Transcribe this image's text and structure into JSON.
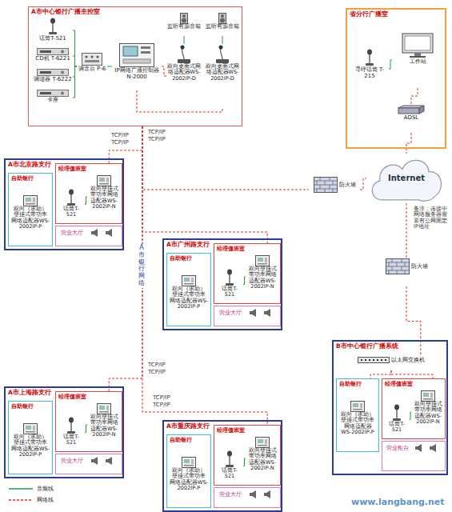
{
  "diagram": {
    "nodes": [
      {
        "text": [
          "A市中心银行广播主控室"
        ]
      },
      {
        "text": [
          "话筒T-521"
        ],
        "in": 0
      },
      {
        "text": [
          "CD机 T-6221"
        ],
        "in": 0
      },
      {
        "text": [
          "调谐器 T-6222"
        ],
        "in": 0
      },
      {
        "text": [
          "卡座"
        ],
        "in": 0
      },
      {
        "text": [
          "调音台 P-6"
        ],
        "in": 0
      },
      {
        "text": [
          "IP网络广播控制器N-2000"
        ],
        "in": 0
      },
      {
        "text": [
          "监听有源音箱"
        ],
        "in": 0
      },
      {
        "text": [
          "监听有源音箱"
        ],
        "in": 0
      },
      {
        "text": [
          "双向桌面式网络适配器WS-2002IP-D"
        ],
        "in": 0
      },
      {
        "text": [
          "双向桌面式网络适配器WS-2002IP-D"
        ],
        "in": 0
      },
      {
        "text": [
          "省分行广播室"
        ]
      },
      {
        "text": [
          "寻呼话筒 T-215"
        ],
        "in": 11
      },
      {
        "text": [
          "工作站"
        ],
        "in": 11
      },
      {
        "text": [
          "ADSL"
        ],
        "in": 11
      },
      {
        "text": [
          "Internet"
        ]
      },
      {
        "text": [
          "防火墙"
        ]
      },
      {
        "text": [
          "防火墙"
        ]
      },
      {
        "text": [
          "A市北京路支行"
        ]
      },
      {
        "text": [
          "经理值班室"
        ],
        "in": 18
      },
      {
        "text": [
          "话筒T-521"
        ],
        "in": 19
      },
      {
        "text": [
          "双向壁挂式带功率网络适配器WS-2002IP-N"
        ],
        "in": 19
      },
      {
        "text": [
          "自助银行"
        ],
        "in": 18
      },
      {
        "text": [
          "双向（求助）壁挂式带功率网络适配器WS-2002IP-P"
        ],
        "in": 22
      },
      {
        "text": [
          "营业大厅"
        ],
        "in": 18
      },
      {
        "text": [
          "A市广州路支行"
        ]
      },
      {
        "text": [
          "经理值班室"
        ],
        "in": 25
      },
      {
        "text": [
          "话筒T-521"
        ],
        "in": 26
      },
      {
        "text": [
          "双向壁挂式带功率网络适配器WS-2002IP-N"
        ],
        "in": 26
      },
      {
        "text": [
          "自助银行"
        ],
        "in": 25
      },
      {
        "text": [
          "双向（求助）壁挂式带功率网络适配器WS-2002IP-P"
        ],
        "in": 29
      },
      {
        "text": [
          "营业大厅"
        ],
        "in": 25
      },
      {
        "text": [
          "A市上海路支行"
        ]
      },
      {
        "text": [
          "经理值班室"
        ],
        "in": 32
      },
      {
        "text": [
          "话筒T-521"
        ],
        "in": 33
      },
      {
        "text": [
          "双向壁挂式带功率网络适配器WS-2002IP-N"
        ],
        "in": 33
      },
      {
        "text": [
          "自助银行"
        ],
        "in": 32
      },
      {
        "text": [
          "双向（求助）壁挂式带功率网络适配器WS-2002IP-P"
        ],
        "in": 36
      },
      {
        "text": [
          "营业大厅"
        ],
        "in": 32
      },
      {
        "text": [
          "A市重庆路支行"
        ]
      },
      {
        "text": [
          "经理值班室"
        ],
        "in": 39
      },
      {
        "text": [
          "话筒T-521"
        ],
        "in": 40
      },
      {
        "text": [
          "双向壁挂式带功率网络适配器WS-2002IP-N"
        ],
        "in": 40
      },
      {
        "text": [
          "自助银行"
        ],
        "in": 39
      },
      {
        "text": [
          "双向（求助）壁挂式带功率网络适配器WS-2002IP-P"
        ],
        "in": 43
      },
      {
        "text": [
          "营业大厅"
        ],
        "in": 39
      },
      {
        "text": [
          "B市中心银行广播系统"
        ]
      },
      {
        "text": [
          "以太网交换机"
        ],
        "in": 46
      },
      {
        "text": [
          "经理值班室"
        ],
        "in": 46
      },
      {
        "text": [
          "话筒T-521"
        ],
        "in": 48
      },
      {
        "text": [
          "双向壁挂式带功率网络适配器WS-2002IP-N"
        ],
        "in": 48
      },
      {
        "text": [
          "自助银行"
        ],
        "in": 46
      },
      {
        "text": [
          "双向（求助）壁挂式带功率网络适配器WS-2002IP-P"
        ],
        "in": 51
      },
      {
        "text": [
          "营业柜台"
        ],
        "in": 46
      }
    ],
    "edges": [
      {
        "from": 1,
        "to": 5,
        "arrow": "none"
      },
      {
        "from": 2,
        "to": 5,
        "arrow": "none"
      },
      {
        "from": 3,
        "to": 5,
        "arrow": "none"
      },
      {
        "from": 4,
        "to": 5,
        "arrow": "none"
      },
      {
        "from": 5,
        "to": 6,
        "arrow": "none"
      },
      {
        "from": 6,
        "to": 9,
        "arrow": "none"
      },
      {
        "from": 6,
        "to": 10,
        "arrow": "none"
      },
      {
        "from": 9,
        "to": 7,
        "arrow": "none"
      },
      {
        "from": 10,
        "to": 8,
        "arrow": "none"
      },
      {
        "from": 12,
        "to": 13,
        "arrow": "none"
      },
      {
        "from": 13,
        "to": 14,
        "arrow": "none"
      },
      {
        "from": 14,
        "to": 15,
        "arrow": "none"
      },
      {
        "from": 0,
        "to": 16,
        "arrow": "none"
      },
      {
        "from": 16,
        "to": 15,
        "arrow": "none"
      },
      {
        "from": 15,
        "to": 17,
        "arrow": "none"
      },
      {
        "from": 17,
        "to": 47,
        "arrow": "none"
      },
      {
        "from": 0,
        "to": 19,
        "arrow": "none"
      },
      {
        "from": 0,
        "to": 26,
        "arrow": "none"
      },
      {
        "from": 0,
        "to": 33,
        "arrow": "none"
      },
      {
        "from": 0,
        "to": 40,
        "arrow": "none"
      },
      {
        "from": 20,
        "to": 21,
        "arrow": "none"
      },
      {
        "from": 27,
        "to": 28,
        "arrow": "none"
      },
      {
        "from": 34,
        "to": 35,
        "arrow": "none"
      },
      {
        "from": 41,
        "to": 42,
        "arrow": "none"
      },
      {
        "from": 49,
        "to": 50,
        "arrow": "none"
      },
      {
        "from": 47,
        "to": 48,
        "arrow": "none"
      },
      {
        "from": 47,
        "to": 51,
        "arrow": "none"
      }
    ],
    "labels": [
      "TCP/IP",
      "TCP/IP",
      "TCP/IP",
      "TCP/IP",
      "TCP/IP",
      "TCP/IP",
      "TCP/IP",
      "TCP/IP",
      "A市银行网络",
      "备注：连接中网络服务器需要有公网固定IP地址",
      "www.langbang.net"
    ],
    "legend": [
      {
        "text": "音频线"
      },
      {
        "text": "网络线"
      }
    ]
  }
}
